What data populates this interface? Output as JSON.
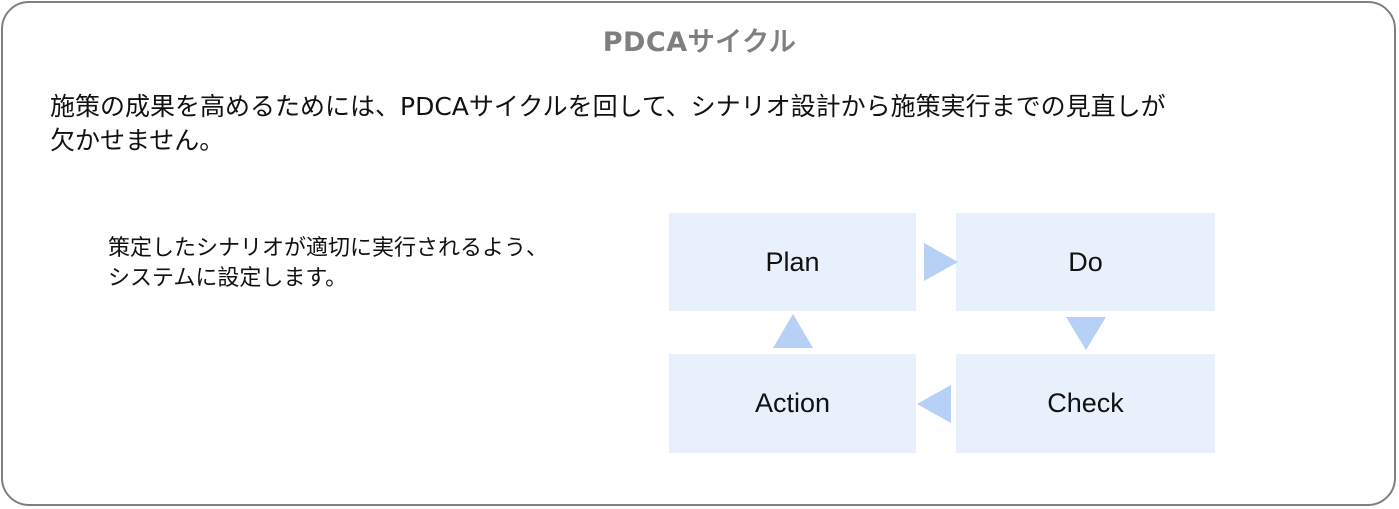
{
  "title": "PDCAサイクル",
  "intro": {
    "line1": "施策の成果を高めるためには、PDCAサイクルを回して、シナリオ設計から施策実行までの見直しが",
    "line2": "欠かせません。"
  },
  "note": {
    "line1": "策定したシナリオが適切に実行されるよう、",
    "line2": "システムに設定します。"
  },
  "cycle": {
    "plan": "Plan",
    "do": "Do",
    "check": "Check",
    "action": "Action"
  },
  "colors": {
    "box_fill": "#e8f0fc",
    "arrow_fill": "#b6d0f6",
    "title": "#7f7f7f",
    "border": "#808080"
  }
}
